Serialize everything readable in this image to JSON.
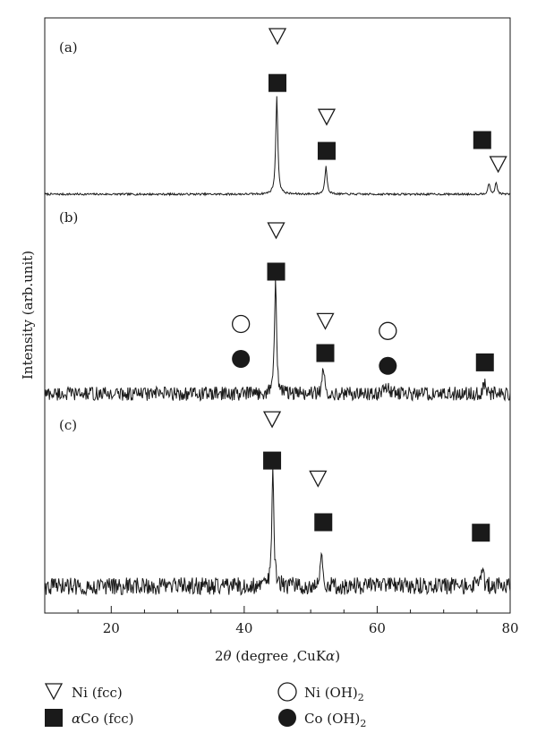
{
  "chart_data": {
    "type": "line",
    "xlabel_prefix": "2",
    "xlabel_theta": "θ",
    "xlabel_mid": " (degree ,CuK",
    "xlabel_alpha": "α",
    "xlabel_suffix": ")",
    "ylabel": "Intensity (arb.unit)",
    "xlim": [
      10,
      80
    ],
    "xticks": [
      20,
      40,
      60,
      80
    ],
    "y_ticks_shown": false,
    "grid": false,
    "legend_placement": "bottom",
    "colors": {
      "line": "#1a1a1a",
      "marker_fill": "#1a1a1a"
    },
    "panels": [
      {
        "label": "(a)",
        "noise_amplitude": 0.01,
        "peaks": [
          {
            "x": 44.9,
            "height": 1.0,
            "width": 0.18
          },
          {
            "x": 52.3,
            "height": 0.28,
            "width": 0.2
          },
          {
            "x": 76.8,
            "height": 0.11,
            "width": 0.18
          },
          {
            "x": 77.9,
            "height": 0.12,
            "width": 0.18
          }
        ],
        "markers": [
          {
            "symbol": "triangle",
            "x": 45.0,
            "level": 1.6
          },
          {
            "symbol": "square",
            "x": 45.0,
            "level": 1.13
          },
          {
            "symbol": "triangle",
            "x": 52.4,
            "level": 0.78
          },
          {
            "symbol": "square",
            "x": 52.4,
            "level": 0.44
          },
          {
            "symbol": "square",
            "x": 75.8,
            "level": 0.55
          },
          {
            "symbol": "triangle",
            "x": 78.2,
            "level": 0.3
          }
        ]
      },
      {
        "label": "(b)",
        "noise_amplitude": 0.06,
        "peaks": [
          {
            "x": 44.7,
            "height": 1.0,
            "width": 0.18
          },
          {
            "x": 51.9,
            "height": 0.2,
            "width": 0.2
          },
          {
            "x": 61.5,
            "height": 0.05,
            "width": 0.6
          },
          {
            "x": 76.2,
            "height": 0.12,
            "width": 0.2
          }
        ],
        "markers": [
          {
            "symbol": "triangle",
            "x": 44.8,
            "level": 1.4
          },
          {
            "symbol": "square",
            "x": 44.8,
            "level": 1.05
          },
          {
            "symbol": "circle-open",
            "x": 39.5,
            "level": 0.6
          },
          {
            "symbol": "circle-filled",
            "x": 39.5,
            "level": 0.3
          },
          {
            "symbol": "triangle",
            "x": 52.2,
            "level": 0.62
          },
          {
            "symbol": "square",
            "x": 52.2,
            "level": 0.35
          },
          {
            "symbol": "circle-open",
            "x": 61.6,
            "level": 0.54
          },
          {
            "symbol": "circle-filled",
            "x": 61.6,
            "level": 0.24
          },
          {
            "symbol": "square",
            "x": 76.2,
            "level": 0.27
          }
        ]
      },
      {
        "label": "(c)",
        "noise_amplitude": 0.075,
        "peaks": [
          {
            "x": 44.3,
            "height": 1.0,
            "width": 0.18
          },
          {
            "x": 51.6,
            "height": 0.3,
            "width": 0.2
          },
          {
            "x": 75.8,
            "height": 0.14,
            "width": 0.2
          }
        ],
        "markers": [
          {
            "symbol": "triangle",
            "x": 44.2,
            "level": 1.43
          },
          {
            "symbol": "square",
            "x": 44.2,
            "level": 1.08
          },
          {
            "symbol": "triangle",
            "x": 51.1,
            "level": 0.92
          },
          {
            "symbol": "square",
            "x": 51.9,
            "level": 0.55
          },
          {
            "symbol": "square",
            "x": 75.6,
            "level": 0.46
          }
        ]
      }
    ],
    "legend": [
      {
        "symbol": "triangle",
        "label": "Ni (fcc)"
      },
      {
        "symbol": "square",
        "label_prefix": "α",
        "label": "Co (fcc)"
      },
      {
        "symbol": "circle-open",
        "label": "Ni (OH)",
        "subscript": "2"
      },
      {
        "symbol": "circle-filled",
        "label": "Co (OH)",
        "subscript": "2"
      }
    ]
  }
}
